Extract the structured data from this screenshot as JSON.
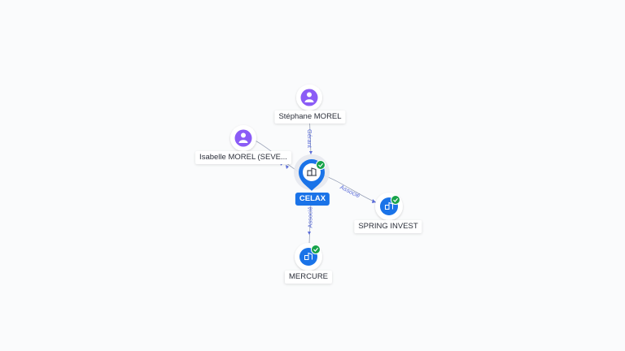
{
  "colors": {
    "person": "#8b5cf6",
    "company": "#1a73e8",
    "verified": "#17a34a",
    "edge": "#9aa3b8",
    "edge_label": "#5a6cd9"
  },
  "nodes": {
    "stephane": {
      "label": "Stéphane MOREL",
      "icon": "person-icon"
    },
    "isabelle": {
      "label": "Isabelle MOREL (SEVE...",
      "icon": "person-icon"
    },
    "celax": {
      "label": "CELAX",
      "icon": "building-icon",
      "verified": true
    },
    "spring": {
      "label": "SPRING INVEST",
      "icon": "building-icon",
      "verified": true
    },
    "mercure": {
      "label": "MERCURE",
      "icon": "building-icon",
      "verified": true
    }
  },
  "edges": {
    "stephane_celax": "Gérant",
    "isabelle_celax": "",
    "celax_spring": "Associé",
    "celax_mercure": "Associé"
  }
}
